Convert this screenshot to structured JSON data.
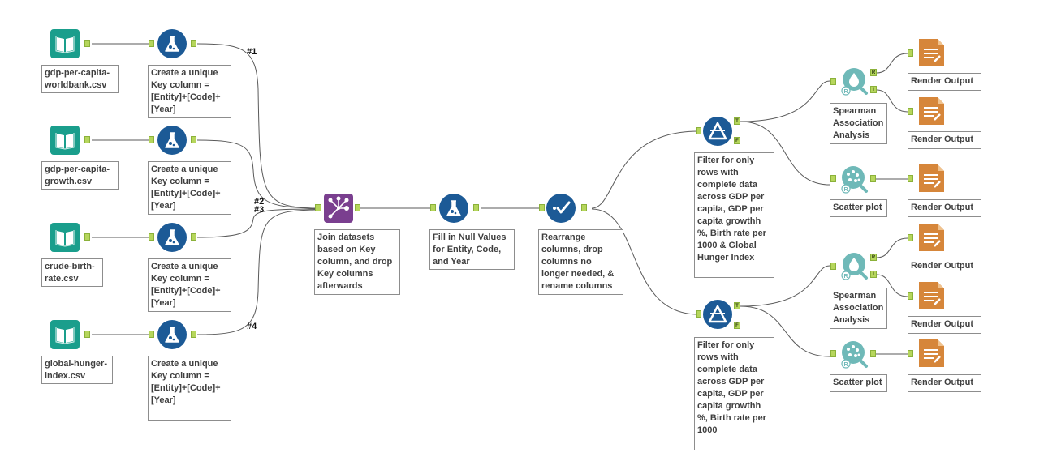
{
  "workflow": {
    "inputs": [
      {
        "label": "gdp-per-capita-worldbank.csv"
      },
      {
        "label": "gdp-per-capita-growth.csv"
      },
      {
        "label": "crude-birth-rate.csv"
      },
      {
        "label": "global-hunger-index.csv"
      }
    ],
    "formulas": [
      {
        "label": "Create a unique Key column = [Entity]+[Code]+[Year]"
      },
      {
        "label": "Create a unique Key column = [Entity]+[Code]+[Year]"
      },
      {
        "label": "Create a unique Key column = [Entity]+[Code]+[Year]"
      },
      {
        "label": "Create a unique Key column = [Entity]+[Code]+[Year]"
      }
    ],
    "connection_labels": [
      "#1",
      "#2",
      "#3",
      "#4"
    ],
    "join": {
      "label": "Join datasets based on Key column, and drop Key columns afterwards"
    },
    "fill_nulls": {
      "label": "Fill in Null Values for Entity, Code, and Year"
    },
    "select": {
      "label": "Rearrange columns, drop columns no longer needed, & rename columns"
    },
    "filters": [
      {
        "label": "Filter for only rows with complete data across GDP per capita, GDP per capita growthh %, Birth rate per 1000 & Global Hunger Index",
        "anchor_true": "T",
        "anchor_false": "F"
      },
      {
        "label": "Filter for only rows with complete data across GDP per capita, GDP per capita growthh %, Birth rate per 1000",
        "anchor_true": "T",
        "anchor_false": "F"
      }
    ],
    "spearman": [
      {
        "label": "Spearman Association Analysis",
        "anchor_r": "R",
        "anchor_i": "I"
      },
      {
        "label": "Spearman Association Analysis",
        "anchor_r": "R",
        "anchor_i": "I"
      }
    ],
    "scatter": [
      {
        "label": "Scatter plot"
      },
      {
        "label": "Scatter plot"
      }
    ],
    "renders": [
      {
        "label": "Render Output"
      },
      {
        "label": "Render Output"
      },
      {
        "label": "Render Output"
      },
      {
        "label": "Render Output"
      },
      {
        "label": "Render Output"
      },
      {
        "label": "Render Output"
      }
    ]
  },
  "colors": {
    "input_green": "#1a9e8c",
    "tool_blue": "#1c5a96",
    "join_purple": "#7a3f8f",
    "predictive_teal": "#6fb9b8",
    "render_orange": "#d6863a",
    "anchor_green": "#b6d65c",
    "wire": "#555555"
  }
}
